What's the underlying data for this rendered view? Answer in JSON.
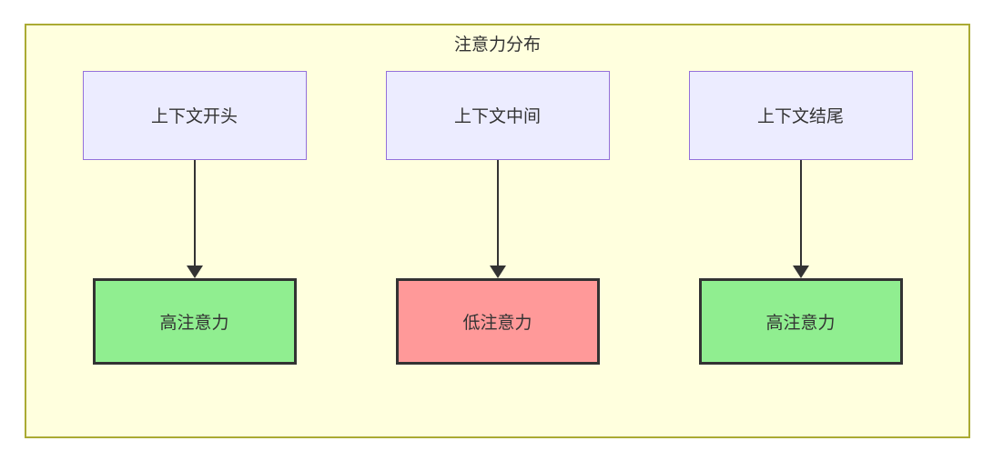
{
  "diagram": {
    "title": "注意力分布",
    "columns": [
      {
        "source": "上下文开头",
        "target": "高注意力",
        "target_type": "high"
      },
      {
        "source": "上下文中间",
        "target": "低注意力",
        "target_type": "low"
      },
      {
        "source": "上下文结尾",
        "target": "高注意力",
        "target_type": "high"
      }
    ],
    "colors": {
      "container_bg": "#ffffde",
      "container_border": "#aaaa33",
      "node_bg": "#ececff",
      "node_border": "#9370db",
      "high_bg": "#90ee90",
      "low_bg": "#ff9999",
      "result_border": "#333333",
      "edge": "#333333",
      "text": "#333333"
    }
  }
}
